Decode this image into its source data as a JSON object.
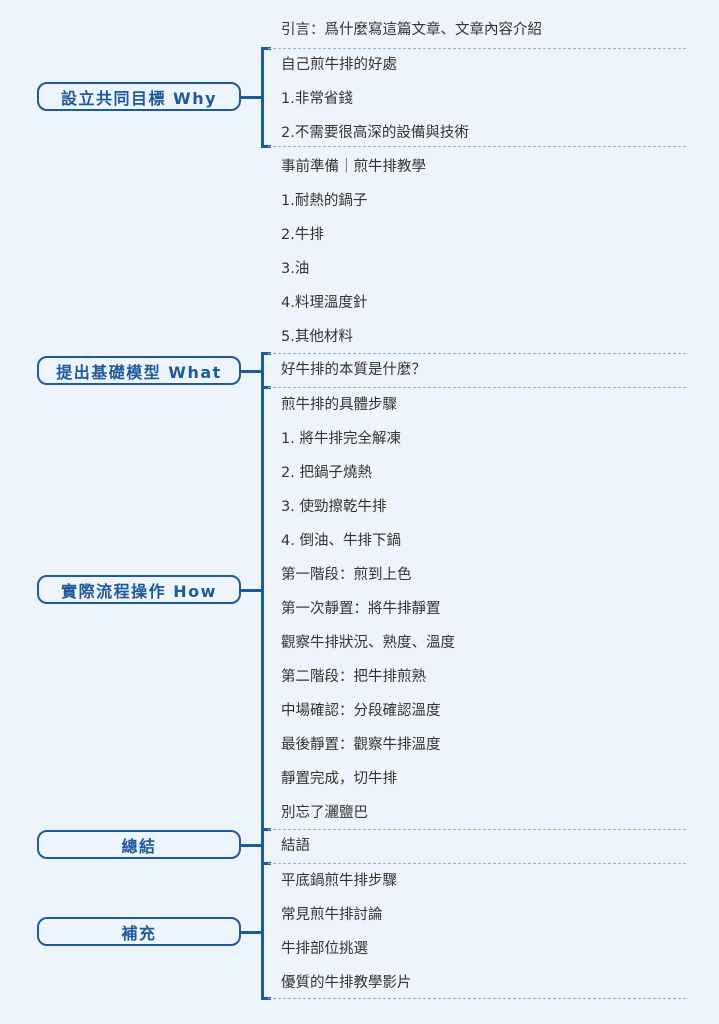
{
  "colors": {
    "background": "#eef4fc",
    "accent": "#1f5a96",
    "text": "#333333",
    "divider": "#8fb1d6"
  },
  "intro": "引言：爲什麼寫這篇文章、文章內容介紹",
  "groups": [
    {
      "label": "設立共同目標 Why",
      "items": [
        "自己煎牛排的好處",
        "1.非常省錢",
        "2.不需要很高深的設備與技術",
        "事前準備｜煎牛排教學",
        "1.耐熱的鍋子",
        "2.牛排",
        "3.油",
        "4.料理溫度針",
        "5.其他材料"
      ]
    },
    {
      "label": "提出基礎模型 What",
      "items": [
        "好牛排的本質是什麼？"
      ]
    },
    {
      "label": "實際流程操作 How",
      "items": [
        "煎牛排的具體步驟",
        "1. 將牛排完全解凍",
        "2. 把鍋子燒熱",
        "3. 使勁擦乾牛排",
        "4. 倒油、牛排下鍋",
        "第一階段：煎到上色",
        "第一次靜置：將牛排靜置",
        "觀察牛排狀況、熟度、溫度",
        "第二階段：把牛排煎熟",
        "中場確認：分段確認溫度",
        "最後靜置：觀察牛排溫度",
        "靜置完成，切牛排",
        "別忘了灑鹽巴"
      ]
    },
    {
      "label": "總結",
      "items": [
        "結語"
      ]
    },
    {
      "label": "補充",
      "items": [
        "平底鍋煎牛排步驟",
        "常見煎牛排討論",
        "牛排部位挑選",
        "優質的牛排教學影片"
      ]
    }
  ]
}
